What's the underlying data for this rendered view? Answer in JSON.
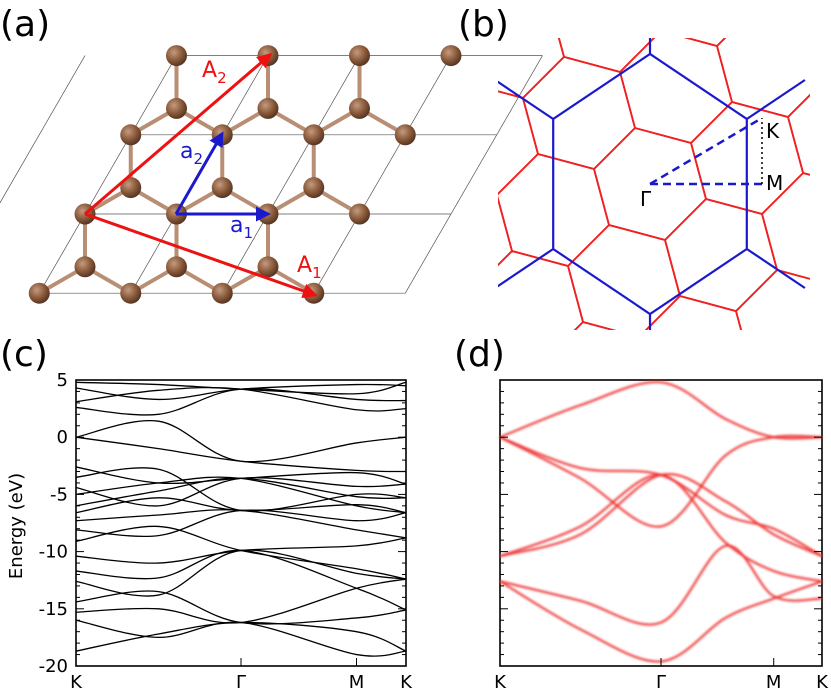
{
  "panels": {
    "a": {
      "label": "(a)",
      "vectors": {
        "A2": [
          "A",
          "2"
        ],
        "a2": [
          "a",
          "2"
        ],
        "a1": [
          "a",
          "1"
        ],
        "A1": [
          "A",
          "1"
        ]
      }
    },
    "b": {
      "label": "(b)",
      "points": {
        "K": "K",
        "M": "M",
        "G": "Γ"
      }
    },
    "c": {
      "label": "(c)"
    },
    "d": {
      "label": "(d)"
    }
  },
  "colors": {
    "atom": "#8a5a3a",
    "bond": "#b88e74",
    "red": "#ee1111",
    "blue": "#1a1acc"
  },
  "chart_data": [
    {
      "type": "line",
      "panel": "c",
      "ylabel": "Energy (eV)",
      "ylim": [
        -20,
        5
      ],
      "yticks": [
        "5",
        "0",
        "-5",
        "-10",
        "-15",
        "-20"
      ],
      "xticks": [
        "K",
        "Γ",
        "M",
        "K"
      ],
      "series_color": "#000000",
      "x": [
        0,
        0.366,
        0.683,
        0.866,
        1.0
      ],
      "series": [
        {
          "values": [
            -18.7,
            -17.2,
            -16.2,
            -17.0,
            -18.7
          ]
        },
        {
          "values": [
            -16.0,
            -17.5,
            -16.2,
            -19.0,
            -18.7
          ]
        },
        {
          "values": [
            -15.3,
            -15.0,
            -16.2,
            -13.2,
            -12.4
          ]
        },
        {
          "values": [
            -14.4,
            -13.5,
            -16.2,
            -15.8,
            -15.1
          ]
        },
        {
          "values": [
            -12.6,
            -13.8,
            -9.9,
            -11.9,
            -12.4
          ]
        },
        {
          "values": [
            -11.7,
            -12.3,
            -9.9,
            -13.2,
            -15.1
          ]
        },
        {
          "values": [
            -10.4,
            -11.0,
            -9.9,
            -9.5,
            -8.8
          ]
        },
        {
          "values": [
            -9.1,
            -7.8,
            -9.9,
            -11.5,
            -12.4
          ]
        },
        {
          "values": [
            -8.1,
            -8.6,
            -6.4,
            -7.3,
            -6.6
          ]
        },
        {
          "values": [
            -7.3,
            -6.8,
            -6.4,
            -8.1,
            -8.8
          ]
        },
        {
          "values": [
            -6.6,
            -5.3,
            -6.4,
            -5.9,
            -6.6
          ]
        },
        {
          "values": [
            -6.0,
            -4.7,
            -3.6,
            -5.2,
            -5.3
          ]
        },
        {
          "values": [
            -5.0,
            -4.0,
            -3.6,
            -6.0,
            -6.6
          ]
        },
        {
          "values": [
            -4.4,
            -6.0,
            -3.6,
            -4.3,
            -4.1
          ]
        },
        {
          "values": [
            -3.5,
            -2.8,
            -6.4,
            -5.0,
            -5.3
          ]
        },
        {
          "values": [
            -2.6,
            -4.0,
            -3.6,
            -3.1,
            -4.1
          ]
        },
        {
          "values": [
            0.0,
            -1.0,
            -2.1,
            -2.9,
            -3.0
          ]
        },
        {
          "values": [
            0.0,
            1.4,
            -2.1,
            -0.5,
            0.0
          ]
        },
        {
          "values": [
            2.6,
            2.0,
            4.2,
            3.3,
            3.2
          ]
        },
        {
          "values": [
            3.1,
            4.1,
            4.2,
            2.4,
            2.5
          ]
        },
        {
          "values": [
            4.3,
            3.3,
            4.2,
            4.6,
            4.5
          ]
        },
        {
          "values": [
            4.8,
            4.6,
            4.2,
            3.8,
            4.8
          ]
        }
      ]
    },
    {
      "type": "line",
      "panel": "d",
      "ylim": [
        -20,
        5
      ],
      "xticks": [
        "K",
        "Γ",
        "M",
        "K"
      ],
      "series_color": "#ee3333",
      "x": [
        0,
        0.366,
        0.683,
        0.866,
        1.0
      ],
      "series": [
        {
          "values": [
            -12.6,
            -16.8,
            -19.6,
            -15.8,
            -14.1,
            -12.6
          ]
        },
        {
          "values": [
            -12.6,
            -14.3,
            -16.2,
            -9.5,
            -13.9,
            -14.1
          ]
        },
        {
          "values": [
            -10.4,
            -7.8,
            -3.3,
            -9.2,
            -11.7,
            -12.6
          ]
        },
        {
          "values": [
            -10.4,
            -8.5,
            -3.3,
            -5.6,
            -8.5,
            -10.4
          ]
        },
        {
          "values": [
            0.0,
            -2.7,
            -3.3,
            -6.8,
            -8.0,
            -10.4
          ]
        },
        {
          "values": [
            0.0,
            2.8,
            4.8,
            1.6,
            0.0,
            0.0
          ]
        },
        {
          "values": [
            0.0,
            -3.6,
            -7.8,
            -1.6,
            0.0,
            0.0
          ]
        }
      ]
    }
  ]
}
